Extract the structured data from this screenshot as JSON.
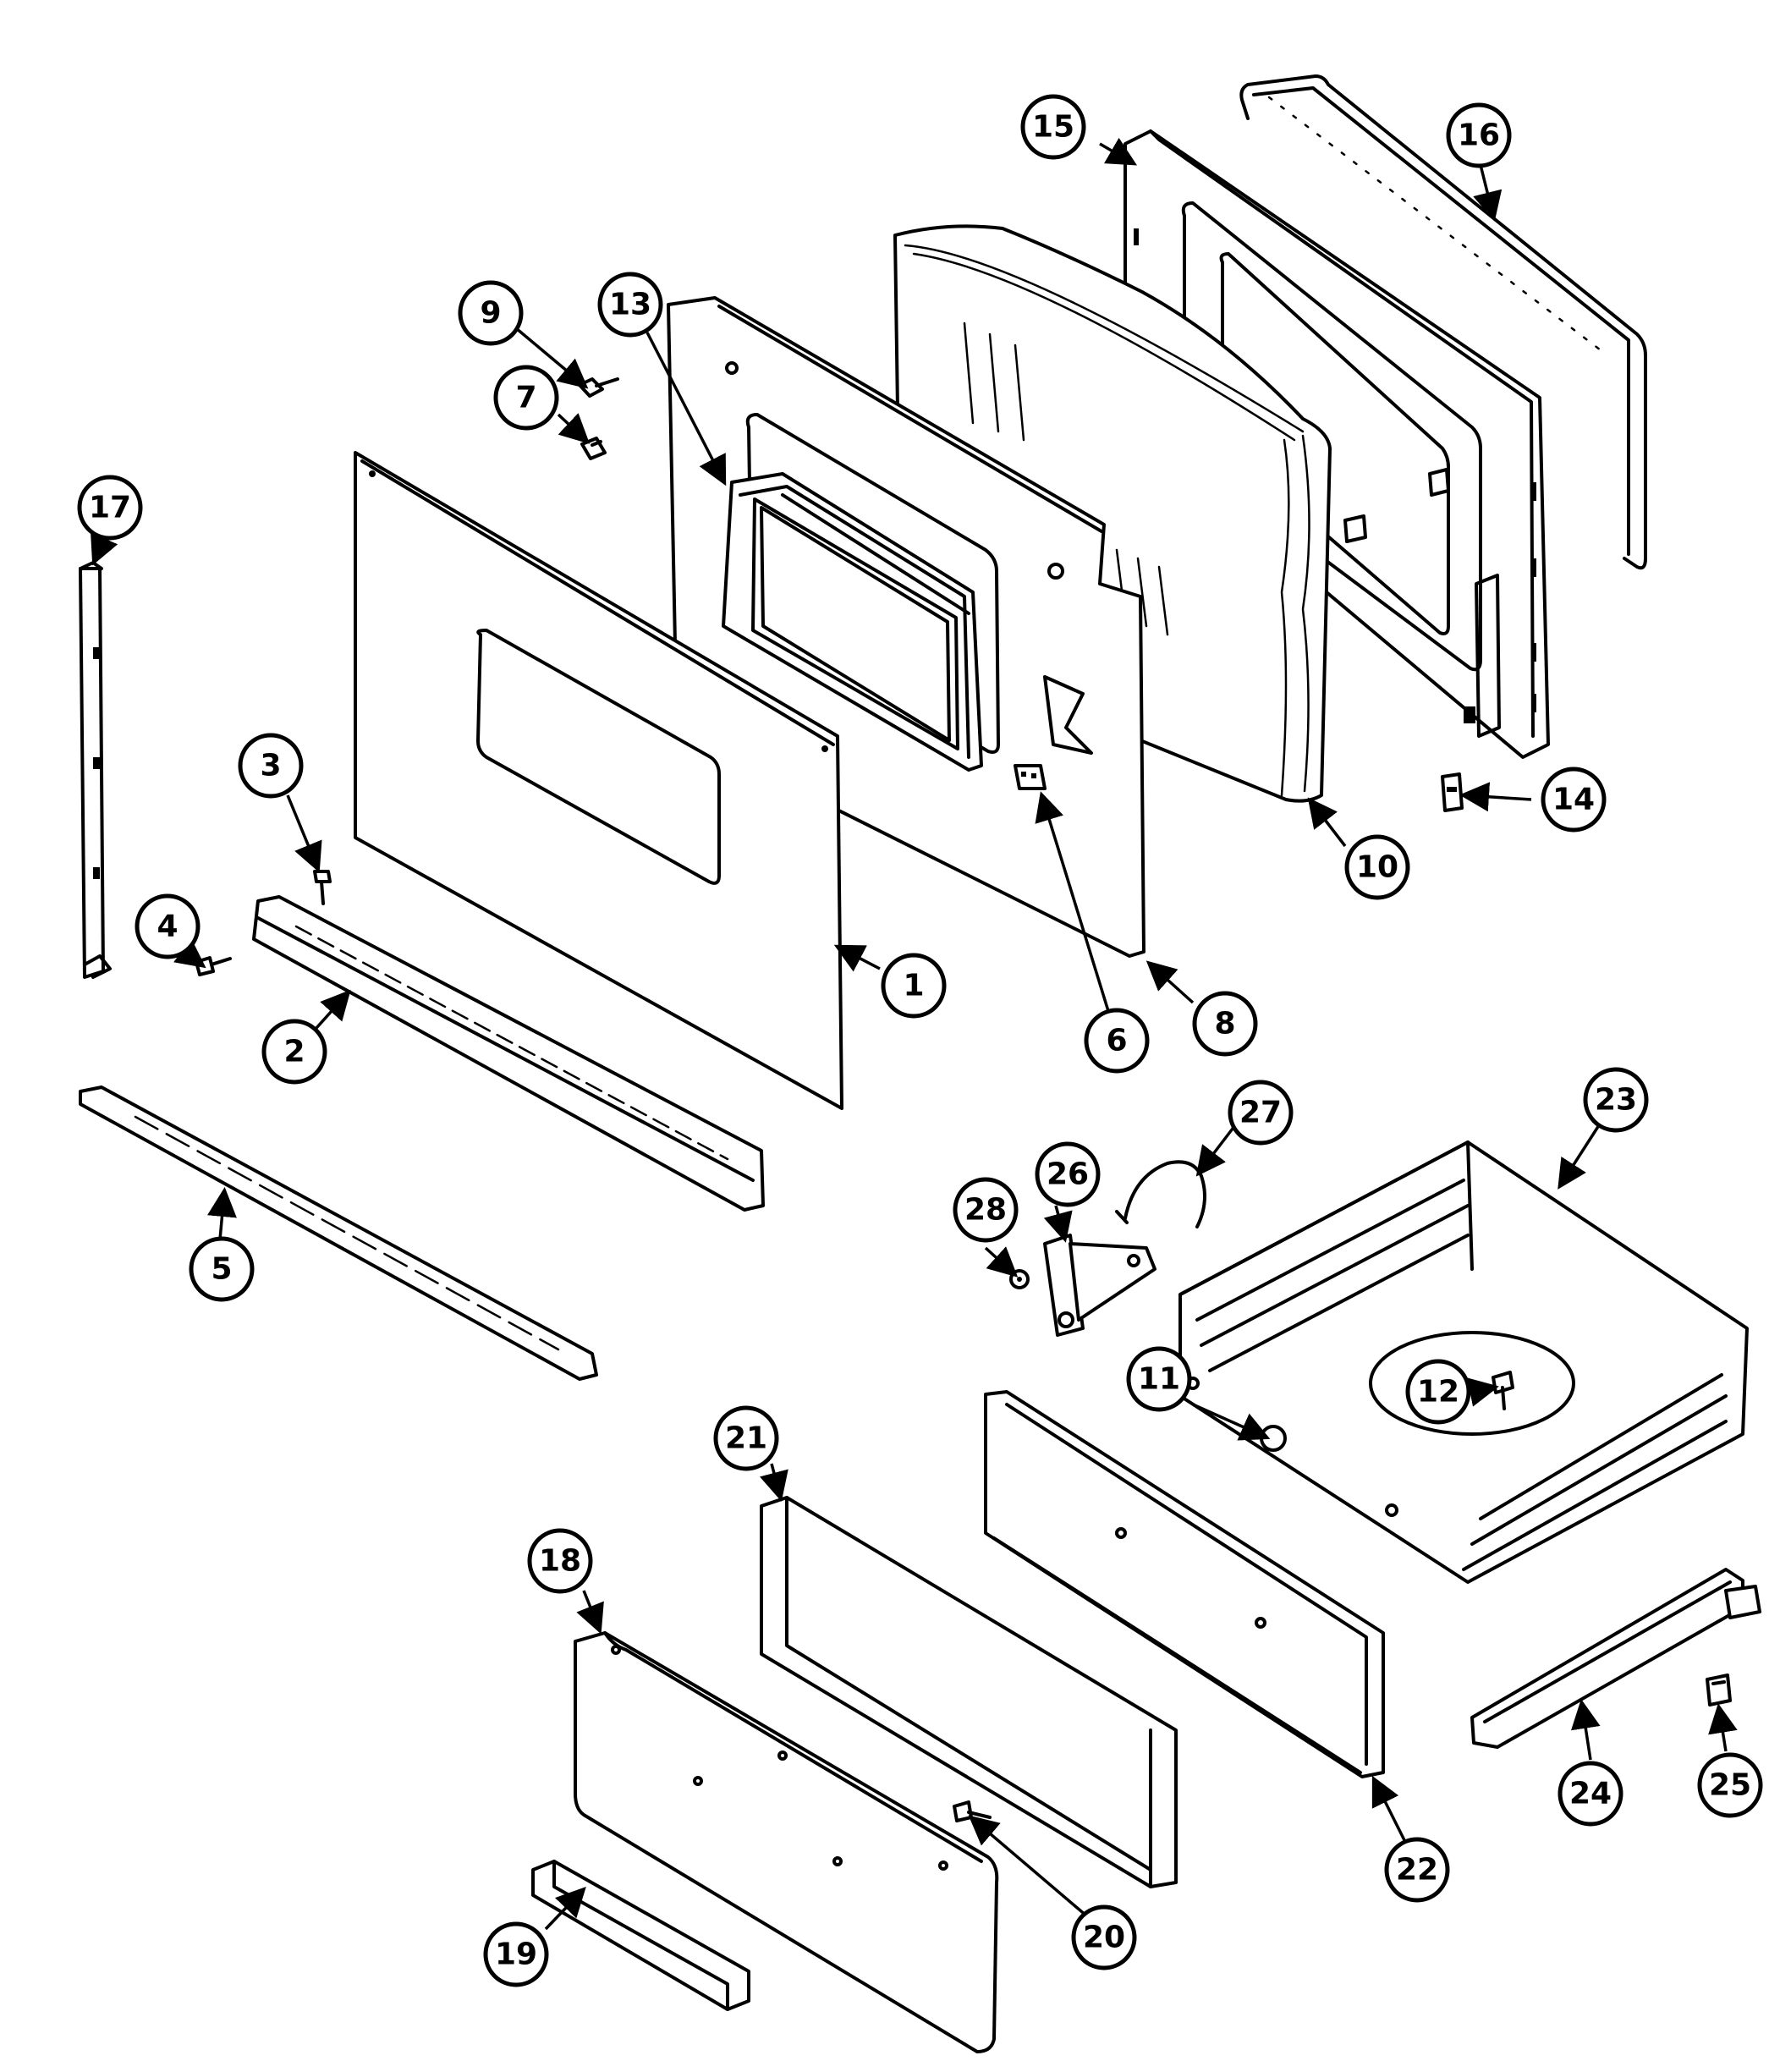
{
  "diagram": {
    "callouts": [
      {
        "label": "1"
      },
      {
        "label": "2"
      },
      {
        "label": "3"
      },
      {
        "label": "4"
      },
      {
        "label": "5"
      },
      {
        "label": "6"
      },
      {
        "label": "7"
      },
      {
        "label": "8"
      },
      {
        "label": "9"
      },
      {
        "label": "10"
      },
      {
        "label": "11"
      },
      {
        "label": "12"
      },
      {
        "label": "13"
      },
      {
        "label": "14"
      },
      {
        "label": "15"
      },
      {
        "label": "16"
      },
      {
        "label": "17"
      },
      {
        "label": "18"
      },
      {
        "label": "19"
      },
      {
        "label": "20"
      },
      {
        "label": "21"
      },
      {
        "label": "22"
      },
      {
        "label": "23"
      },
      {
        "label": "24"
      },
      {
        "label": "25"
      },
      {
        "label": "26"
      },
      {
        "label": "27"
      },
      {
        "label": "28"
      }
    ]
  }
}
